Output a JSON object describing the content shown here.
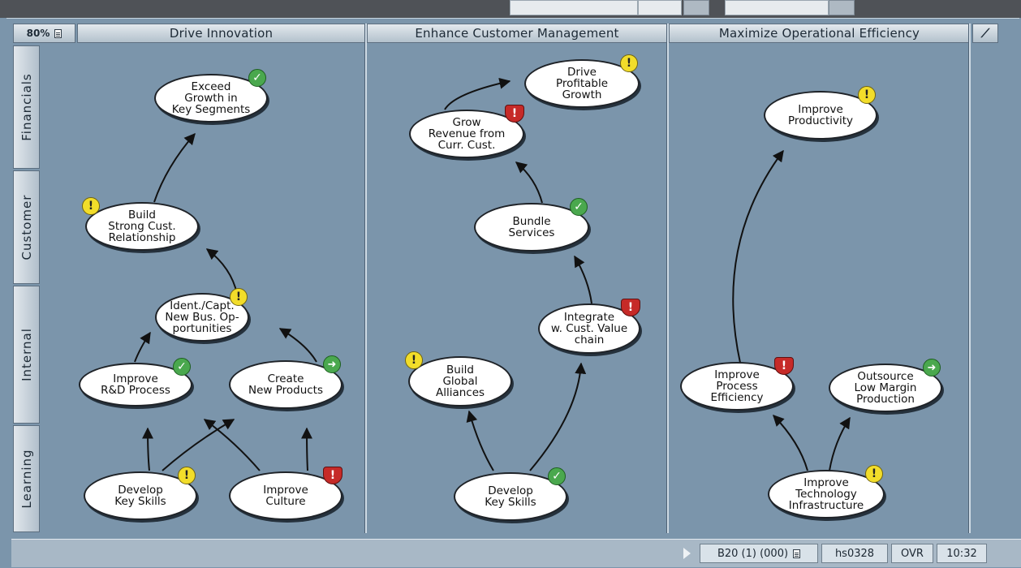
{
  "toolbar": {},
  "zoom": {
    "label": "80%"
  },
  "columns": [
    {
      "label": "Drive Innovation"
    },
    {
      "label": "Enhance Customer Management"
    },
    {
      "label": "Maximize Operational Efficiency"
    }
  ],
  "rows": [
    {
      "label": "Financials"
    },
    {
      "label": "Customer"
    },
    {
      "label": "Internal"
    },
    {
      "label": "Learning"
    }
  ],
  "nodes": [
    {
      "id": "n1",
      "label": "Exceed\nGrowth in\nKey Segments",
      "status": "ok",
      "column": "Drive Innovation",
      "row": "Financials"
    },
    {
      "id": "n2",
      "label": "Build\nStrong Cust.\nRelationship",
      "status": "warn",
      "column": "Drive Innovation",
      "row": "Customer"
    },
    {
      "id": "n3",
      "label": "Ident./Capt.\nNew Bus. Op-\nportunities",
      "status": "warn",
      "column": "Drive Innovation",
      "row": "Internal"
    },
    {
      "id": "n4",
      "label": "Improve\nR&D Process",
      "status": "ok",
      "column": "Drive Innovation",
      "row": "Internal"
    },
    {
      "id": "n5",
      "label": "Create\nNew Products",
      "status": "trend",
      "column": "Drive Innovation",
      "row": "Internal"
    },
    {
      "id": "n6",
      "label": "Develop\nKey Skills",
      "status": "warn",
      "column": "Drive Innovation",
      "row": "Learning"
    },
    {
      "id": "n7",
      "label": "Improve\nCulture",
      "status": "risk",
      "column": "Drive Innovation",
      "row": "Learning"
    },
    {
      "id": "n8",
      "label": "Drive\nProfitable\nGrowth",
      "status": "warn",
      "column": "Enhance Customer Management",
      "row": "Financials"
    },
    {
      "id": "n9",
      "label": "Grow\nRevenue from\nCurr. Cust.",
      "status": "risk",
      "column": "Enhance Customer Management",
      "row": "Financials"
    },
    {
      "id": "n10",
      "label": "Bundle\nServices",
      "status": "ok",
      "column": "Enhance Customer Management",
      "row": "Customer"
    },
    {
      "id": "n11",
      "label": "Integrate\nw. Cust. Value\nchain",
      "status": "risk",
      "column": "Enhance Customer Management",
      "row": "Internal"
    },
    {
      "id": "n12",
      "label": "Build\nGlobal\nAlliances",
      "status": "warn",
      "column": "Enhance Customer Management",
      "row": "Internal"
    },
    {
      "id": "n13",
      "label": "Develop\nKey Skills",
      "status": "ok",
      "column": "Enhance Customer Management",
      "row": "Learning"
    },
    {
      "id": "n14",
      "label": "Improve\nProductivity",
      "status": "warn",
      "column": "Maximize Operational Efficiency",
      "row": "Financials"
    },
    {
      "id": "n15",
      "label": "Improve\nProcess\nEfficiency",
      "status": "risk",
      "column": "Maximize Operational Efficiency",
      "row": "Internal"
    },
    {
      "id": "n16",
      "label": "Outsource\nLow Margin\nProduction",
      "status": "trend",
      "column": "Maximize Operational Efficiency",
      "row": "Internal"
    },
    {
      "id": "n17",
      "label": "Improve\nTechnology\nInfrastructure",
      "status": "warn",
      "column": "Maximize Operational Efficiency",
      "row": "Learning"
    }
  ],
  "links": [
    {
      "from": "n2",
      "to": "n1"
    },
    {
      "from": "n3",
      "to": "n2"
    },
    {
      "from": "n4",
      "to": "n3"
    },
    {
      "from": "n5",
      "to": "n3"
    },
    {
      "from": "n6",
      "to": "n4"
    },
    {
      "from": "n6",
      "to": "n5"
    },
    {
      "from": "n7",
      "to": "n4"
    },
    {
      "from": "n7",
      "to": "n5"
    },
    {
      "from": "n9",
      "to": "n8"
    },
    {
      "from": "n10",
      "to": "n9"
    },
    {
      "from": "n11",
      "to": "n10"
    },
    {
      "from": "n13",
      "to": "n11"
    },
    {
      "from": "n13",
      "to": "n12"
    },
    {
      "from": "n15",
      "to": "n14"
    },
    {
      "from": "n17",
      "to": "n15"
    },
    {
      "from": "n17",
      "to": "n16"
    }
  ],
  "status_icons": {
    "ok": "check-icon",
    "warn": "exclamation-icon",
    "risk": "alert-shield-icon",
    "trend": "trend-arrow-icon"
  },
  "statusbar": {
    "record": "B20 (1) (000)",
    "user": "hs0328",
    "mode": "OVR",
    "time": "10:32"
  },
  "colors": {
    "background": "#7b95ab",
    "node_fill": "#ffffff",
    "ok": "#4aa84e",
    "warn": "#f2dd2a",
    "risk": "#c62a28"
  }
}
